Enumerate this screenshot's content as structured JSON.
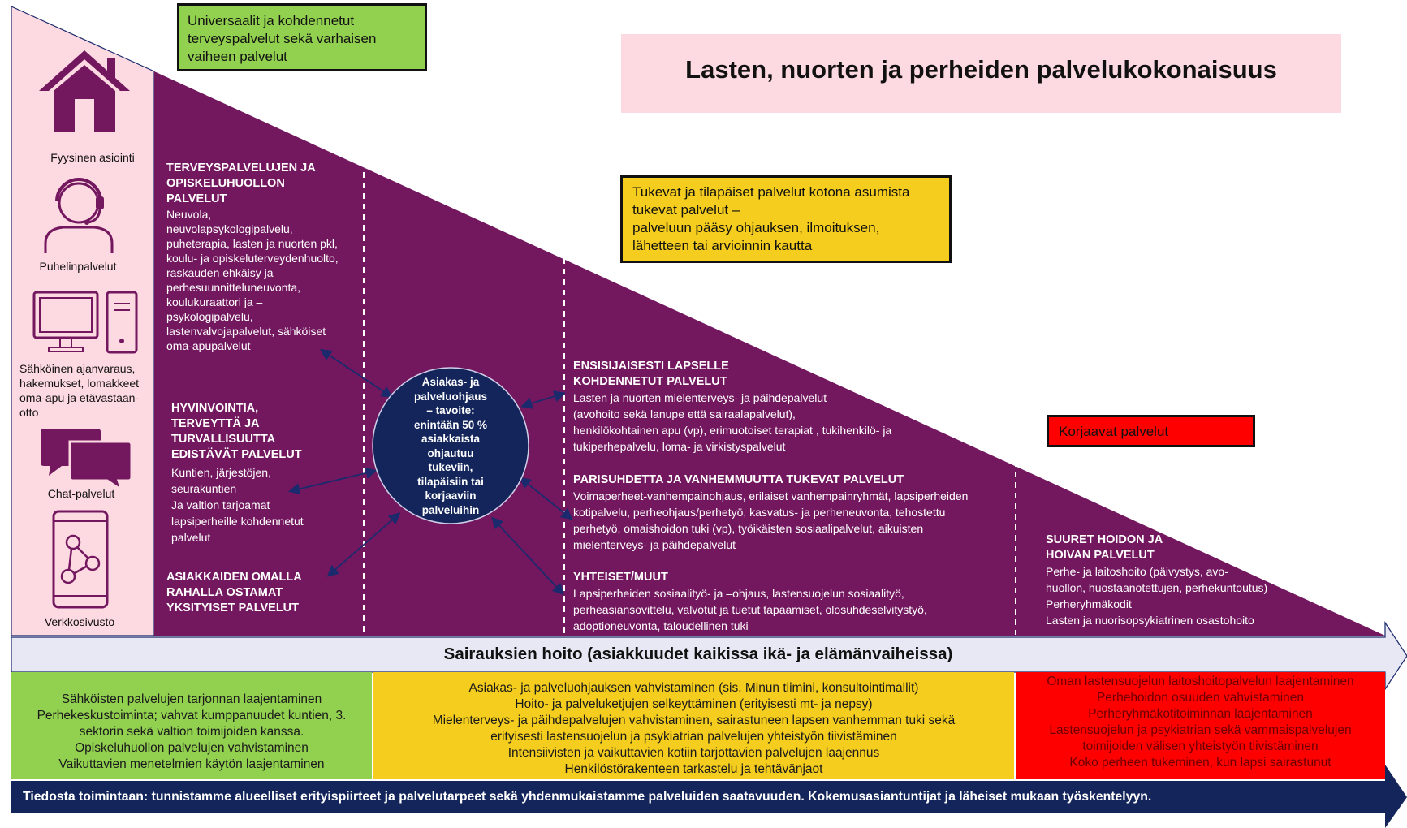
{
  "title": "Lasten, nuorten ja perheiden palvelukokonaisuus",
  "boxes": {
    "universal": "Universaalit ja kohdennetut\nterveyspalvelut sekä varhaisen\nvaiheen palvelut",
    "supportive": "Tukevat ja tilapäiset palvelut kotona asumista\ntukevat palvelut –\npalveluun pääsy ohjauksen, ilmoituksen,\nlähetteen tai arvioinnin kautta",
    "corrective": "Korjaavat palvelut"
  },
  "channels": [
    {
      "icon": "house-icon",
      "label": "Fyysinen asiointi"
    },
    {
      "icon": "headset-icon",
      "label": "Puhelinpalvelut"
    },
    {
      "icon": "computer-icon",
      "label": "Sähköinen ajanvaraus,\nhakemukset, lomakkeet\noma-apu ja etävastaan-\notto"
    },
    {
      "icon": "chat-icon",
      "label": "Chat-palvelut"
    },
    {
      "icon": "phone-network-icon",
      "label": "Verkkosivusto"
    }
  ],
  "groups": [
    {
      "heading": "TERVEYSPALVELUJEN JA\nOPISKELUHUOLLON\nPALVELUT",
      "body": "Neuvola,\nneuvolapsykologipalvelu,\npuheterapia, lasten ja nuorten pkl,\nkoulu- ja opiskeluterveydenhuolto,\nraskauden ehkäisy ja\nperhesuunnitteluneuvonta,\nkoulukuraattori ja –\npsykologipalvelu,\nlastenvalvojapalvelut, sähköiset\noma-apupalvelut"
    },
    {
      "heading": "HYVINVOINTIA,\nTERVEYTTÄ JA\nTURVALLISUUTTA\nEDISTÄVÄT PALVELUT",
      "body": "Kuntien, järjestöjen,\nseurakuntien\nJa valtion tarjoamat\nlapsiperheille kohdennetut\npalvelut"
    },
    {
      "heading": "ASIAKKAIDEN OMALLA\nRAHALLA OSTAMAT\nYKSITYISET PALVELUT",
      "body": ""
    },
    {
      "heading": "ENSISIJAISESTI LAPSELLE\nKOHDENNETUT PALVELUT",
      "body": "Lasten ja nuorten mielenterveys- ja päihdepalvelut\n(avohoito sekä lanupe että sairaalapalvelut),\nhenkilökohtainen apu (vp), erimuotoiset terapiat , tukihenkilö- ja\ntukiperhepalvelu, loma- ja virkistyspalvelut"
    },
    {
      "heading": "PARISUHDETTA JA VANHEMMUUTTA TUKEVAT PALVELUT",
      "body": "Voimaperheet-vanhempainohjaus, erilaiset vanhempainryhmät, lapsiperheiden\nkotipalvelu, perheohjaus/perhetyö, kasvatus- ja perheneuvonta, tehostettu\nperhetyö, omaishoidon tuki (vp), työikäisten sosiaalipalvelut, aikuisten\nmielenterveys- ja päihdepalvelut"
    },
    {
      "heading": "YHTEISET/MUUT",
      "body": "Lapsiperheiden sosiaalityö- ja –ohjaus, lastensuojelun sosiaalityö,\nperheasiansovittelu, valvotut ja tuetut tapaamiset, olosuhdeselvitystyö,\nadoptioneuvonta, taloudellinen tuki"
    },
    {
      "heading": "SUURET HOIDON JA\nHOIVAN PALVELUT",
      "body": "Perhe- ja laitoshoito (päivystys, avo-\nhuollon, huostaanotettujen, perhekuntoutus)\nPerheryhmäkodit\nLasten ja nuorisopsykiatrinen osastohoito"
    }
  ],
  "center_circle": "Asiakas- ja\npalveluohjaus\n– tavoite:\nenintään 50 %\nasiakkaista\nohjautuu\ntukeviin,\ntilapäisiin tai\nkorjaaviin\npalveluihin",
  "banner": "Sairauksien hoito  (asiakkuudet kaikissa ikä- ja elämänvaiheissa)",
  "bottom_columns": [
    {
      "color": "#92d050",
      "text": "Sähköisten palvelujen tarjonnan laajentaminen\nPerhekeskustoiminta; vahvat kumppanuudet kuntien, 3.\nsektorin sekä valtion toimijoiden kanssa.\nOpiskeluhuollon palvelujen vahvistaminen\nVaikuttavien menetelmien käytön laajentaminen"
    },
    {
      "color": "#f5cd1e",
      "text": "Asiakas- ja palveluohjauksen vahvistaminen (sis. Minun tiimini, konsultointimallit)\nHoito- ja palveluketjujen selkeyttäminen (erityisesti mt- ja nepsy)\nMielenterveys- ja päihdepalvelujen vahvistaminen, sairastuneen lapsen vanhemman tuki  sekä\nerityisesti lastensuojelun ja psykiatrian palvelujen yhteistyön tiivistäminen\nIntensiivisten ja vaikuttavien kotiin tarjottavien palvelujen laajennus\nHenkilöstörakenteen tarkastelu ja tehtävänjaot"
    },
    {
      "color": "#ff0000",
      "text": "Oman lastensuojelun laitoshoitopalvelun laajentaminen\nPerhehoidon osuuden vahvistaminen\nPerheryhmäkotitoiminnan laajentaminen\nLastensuojelun ja psykiatrian sekä vammaispalvelujen\ntoimijoiden välisen yhteistyön tiivistäminen\nKoko perheen tukeminen, kun lapsi sairastunut"
    }
  ],
  "footer": "Tiedosta toimintaan: tunnistamme alueelliset erityispiirteet ja palvelutarpeet sekä yhdenmukaistamme palveluiden saatavuuden. Kokemusasiantuntijat ja läheiset mukaan työskentelyyn.",
  "colors": {
    "purple": "#73175f",
    "pink": "#fdd9e2",
    "navy": "#13255a",
    "banner": "#e8e8f4",
    "green": "#92d050",
    "yellow": "#f5cd1e",
    "red": "#ff0000"
  }
}
